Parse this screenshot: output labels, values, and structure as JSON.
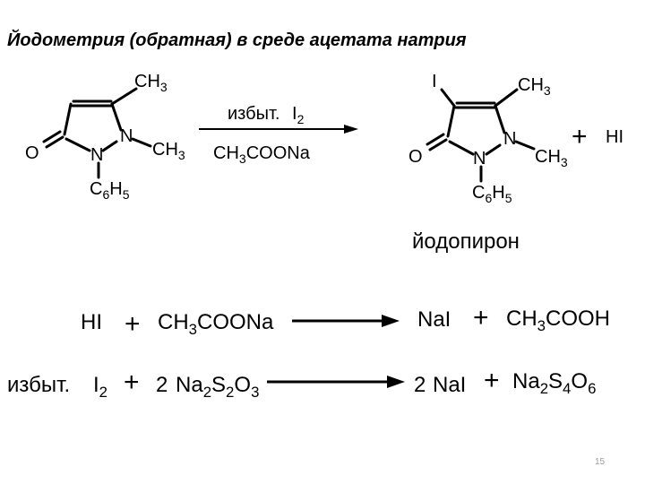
{
  "title": "Йодометрия (обратная) в среде ацетата натрия",
  "reaction1": {
    "reactant": {
      "ch3_top": "CH3",
      "ch3_n": "CH3",
      "o": "O",
      "n1": "N",
      "n2": "N",
      "c6h5": "C6H5"
    },
    "arrow_top_prefix": "избыт.",
    "arrow_top_reagent": "I2",
    "arrow_bottom": "CH3COONa",
    "product": {
      "iodine": "I",
      "ch3_top": "CH3",
      "ch3_n": "CH3",
      "o": "O",
      "n1": "N",
      "n2": "N",
      "c6h5": "C6H5"
    },
    "plus": "+",
    "byproduct": "HI",
    "product_name": "йодопирон"
  },
  "reaction2": {
    "left1": "HI",
    "plus1": "+",
    "left2": "CH3COONa",
    "right1": "NaI",
    "plus2": "+",
    "right2": "CH3COOH"
  },
  "reaction3": {
    "prefix": "избыт.",
    "left1": "I2",
    "plus1": "+",
    "coef_left2": "2",
    "left2": "Na2S2O3",
    "coef_right1": "2",
    "right1": "NaI",
    "plus2": "+",
    "right2": "Na2S4O6"
  },
  "page_number": "15"
}
